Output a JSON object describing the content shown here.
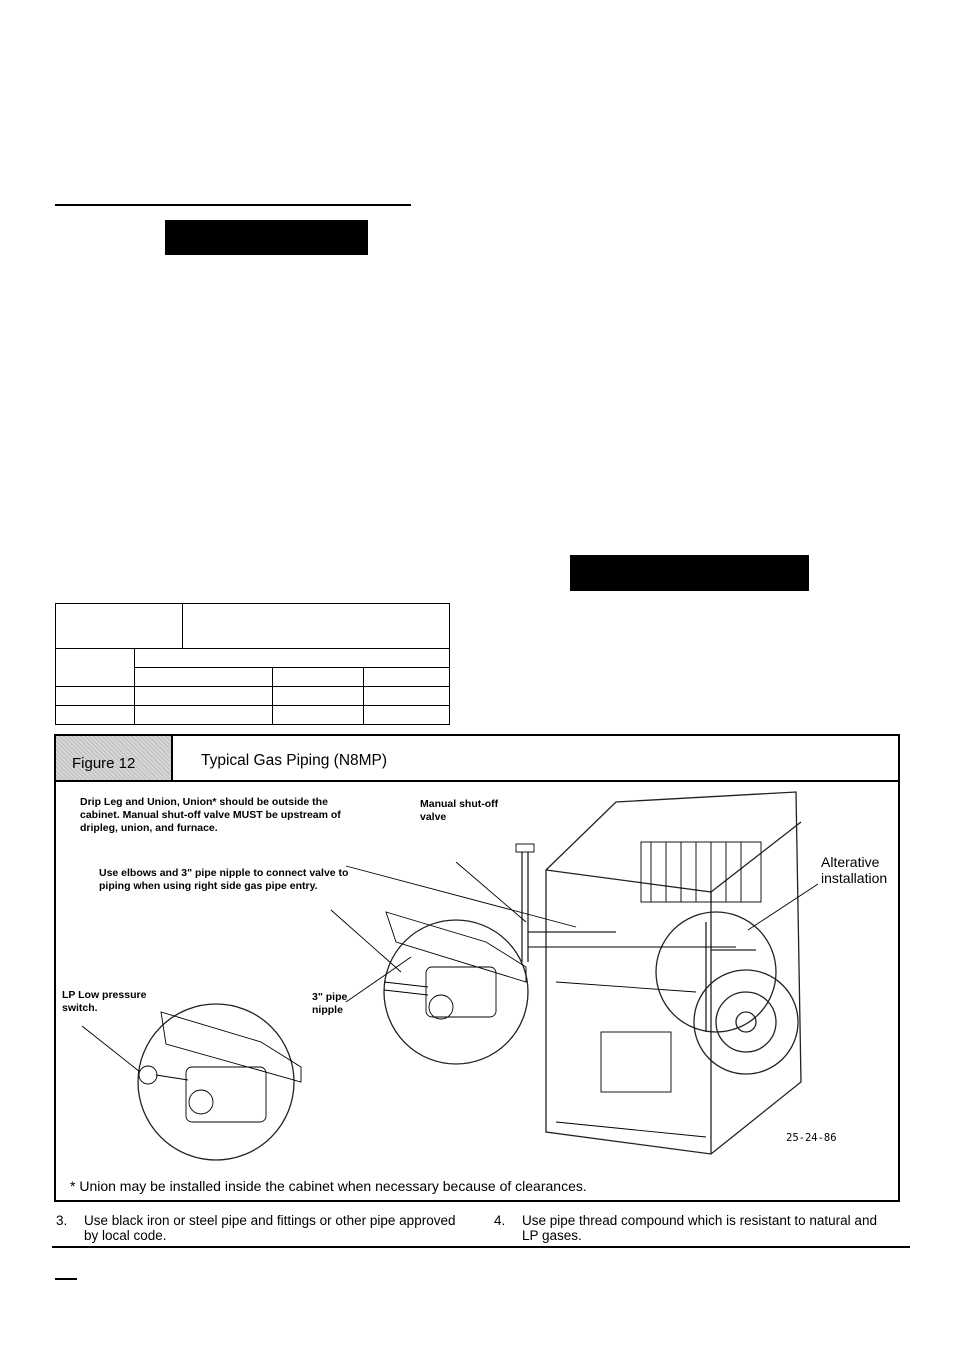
{
  "figure": {
    "tag": "Figure 12",
    "title": "Typical Gas Piping (N8MP)",
    "callouts": {
      "drip_leg": [
        "Drip Leg and Union, Union* should be outside the",
        "cabinet. Manual shut-off valve MUST be upstream of",
        "dripleg, union, and furnace."
      ],
      "elbows": [
        "Use elbows and 3\" pipe nipple to connect valve to",
        "piping when using right side gas pipe entry."
      ],
      "manual_valve": [
        "Manual shut-off",
        "valve"
      ],
      "lp_switch": [
        "LP Low pressure",
        "switch."
      ],
      "pipe_nipple": [
        "3\" pipe",
        "nipple"
      ],
      "alternative": [
        "Alterative",
        "installation"
      ]
    },
    "drawing_code": "25-24-86",
    "footnote": "* Union may be installed inside the cabinet when necessary because of clearances."
  },
  "items": [
    {
      "number": "3.",
      "lines": [
        "Use black iron or steel pipe and fittings or other pipe approved",
        "by local code."
      ]
    },
    {
      "number": "4.",
      "lines": [
        "Use pipe thread compound which is resistant to natural and",
        "LP gases."
      ]
    }
  ]
}
